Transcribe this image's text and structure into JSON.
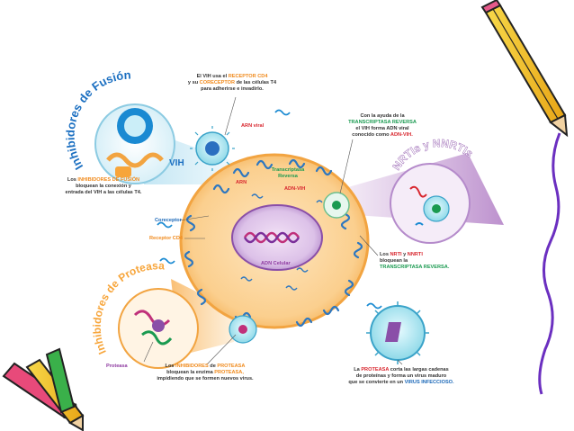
{
  "colors": {
    "cell_fill": "#fbcf8e",
    "cell_membrane": "#f2a441",
    "nucleus": "#8a4fa8",
    "receptor_blue": "#1a8ad2",
    "virus_cyan": "#8fd9e8",
    "fusion_title": "#1b6fc1",
    "nrti_title": "#ffffff",
    "protease_title": "#f7a53a"
  },
  "icons": [
    "pencil-top-right-icon",
    "pencils-bottom-left-icon"
  ],
  "diagram": {
    "fusion_title": "Inhibidores de Fusión",
    "nrti_title": "NRTIs y NNRTIs",
    "protease_title": "Inhibidores de Proteasa",
    "vih_label": "VIH",
    "top_note": {
      "l1a": "El VIH usa el ",
      "l1b": "RECEPTOR CD4",
      "l2a": "y su ",
      "l2b": "CORECEPTOR",
      "l2c": " de las células T4",
      "l3": "para adherirse e invadirlo."
    },
    "arn_viral": "ARN viral",
    "rt_note": {
      "l1": "Con la ayuda de la",
      "l2": "TRANSCRIPTASA REVERSA",
      "l3": "el VIH forma ADN viral",
      "l4a": "conocido como ",
      "l4b": "ADN-VIH."
    },
    "transcriptasa": "Transcriptasa",
    "reversa": "Reversa",
    "arn": "ARN",
    "adn_vih": "ADN-VIH",
    "fusion_note": {
      "l1a": "Los ",
      "l1b": "INHIBIDORES DE FUSIÓN",
      "l2": "bloquean la conexión y",
      "l3": "entrada del VIH a las células T4."
    },
    "coreceptor": "Coreceptor",
    "receptor_cd4": "Receptor CD4",
    "adn_celular": "ADN Celular",
    "nrti_note": {
      "l1a": "Los ",
      "l1b": "NRTI",
      "l1c": " y ",
      "l1d": "NNRTI",
      "l2": "bloquean la",
      "l3": "TRANSCRIPTASA REVERSA."
    },
    "proteasa": "Proteasa",
    "protease_note": {
      "l1a": "Los ",
      "l1b": "INHIBIDORES",
      "l1c": " de ",
      "l1d": "PROTEASA",
      "l2a": "bloquean la enzima ",
      "l2b": "PROTEASA,",
      "l3": "impidiendo que se formen nuevos virus."
    },
    "mature_note": {
      "l1a": "La ",
      "l1b": "PROTEASA",
      "l1c": " corta las largas cadenas",
      "l2": "de proteínas y forma un virus maduro",
      "l3a": "que se convierte en un ",
      "l3b": "VIRUS INFECCIOSO."
    }
  }
}
